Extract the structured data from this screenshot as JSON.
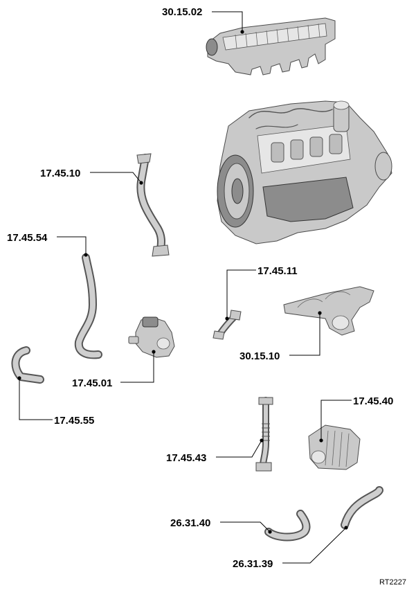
{
  "callouts": [
    {
      "id": "intake-manifold",
      "label": "30.15.02"
    },
    {
      "id": "hose-a",
      "label": "17.45.10"
    },
    {
      "id": "hose-b",
      "label": "17.45.54"
    },
    {
      "id": "tube-c",
      "label": "17.45.11"
    },
    {
      "id": "exhaust-manifold",
      "label": "30.15.10"
    },
    {
      "id": "hose-d",
      "label": "17.45.55"
    },
    {
      "id": "egr-valve",
      "label": "17.45.01"
    },
    {
      "id": "egr-cooler",
      "label": "17.45.40"
    },
    {
      "id": "flex-pipe",
      "label": "17.45.43"
    },
    {
      "id": "hose-e",
      "label": "26.31.40"
    },
    {
      "id": "hose-f",
      "label": "26.31.39"
    }
  ],
  "reference": "RT2227"
}
